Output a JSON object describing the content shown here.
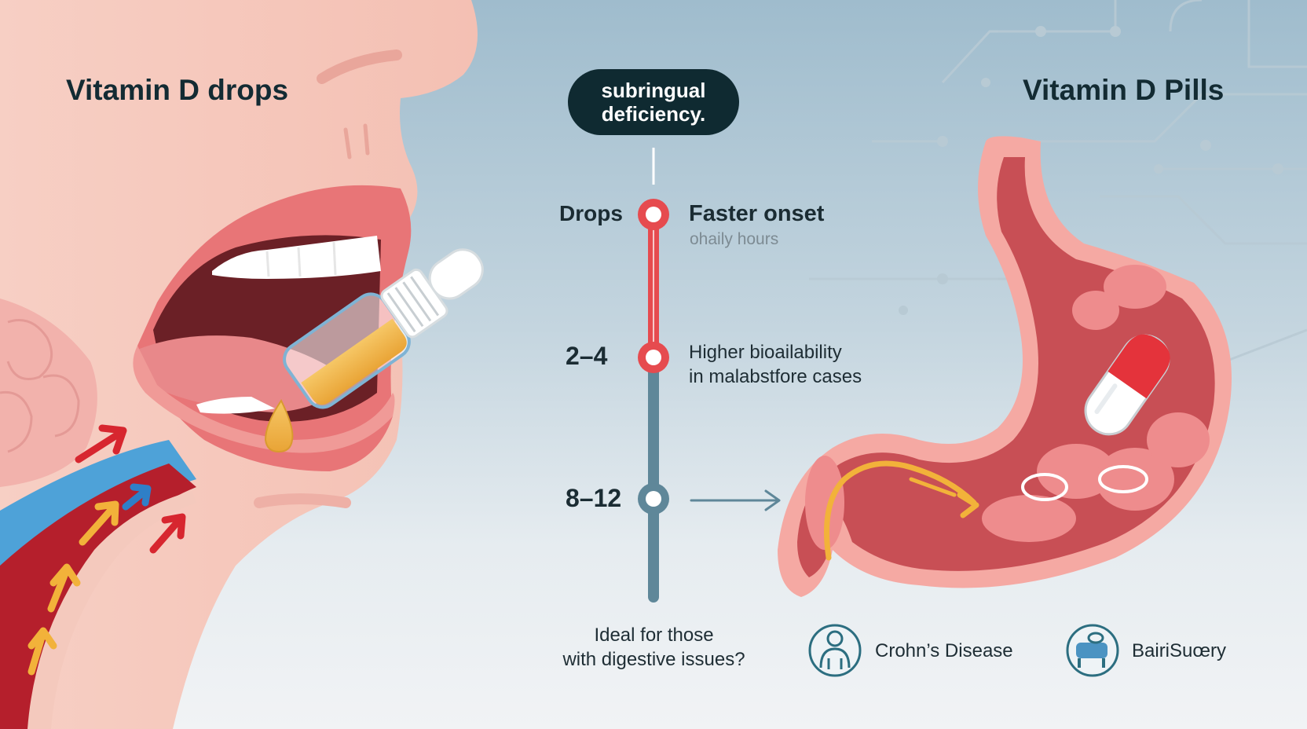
{
  "titles": {
    "drops": "Vitamin D drops",
    "pills": "Vitamin D Pills"
  },
  "badge": {
    "line1": "subringual",
    "line2": "deficiency."
  },
  "timeline": {
    "marker1": {
      "label": "Drops",
      "heading": "Faster onset",
      "sub": "ohaily hours"
    },
    "marker2": {
      "label": "2–4",
      "line1": "Higher bioailability",
      "line2": "in malabstfore cases"
    },
    "marker3": {
      "label": "8–12"
    }
  },
  "ideal": {
    "line1": "Ideal for those",
    "line2": "with digestive issues?"
  },
  "conditions": [
    {
      "label": "Crohn’s Disease",
      "icon": "person-icon"
    },
    {
      "label": "BairiSuœry",
      "icon": "animal-icon"
    }
  ],
  "colors": {
    "accent_red": "#e64b4f",
    "timeline_blue": "#5f8799",
    "badge_bg": "#0f2a31",
    "skin": "#f5c4b8",
    "stomach": "#c84f55"
  }
}
